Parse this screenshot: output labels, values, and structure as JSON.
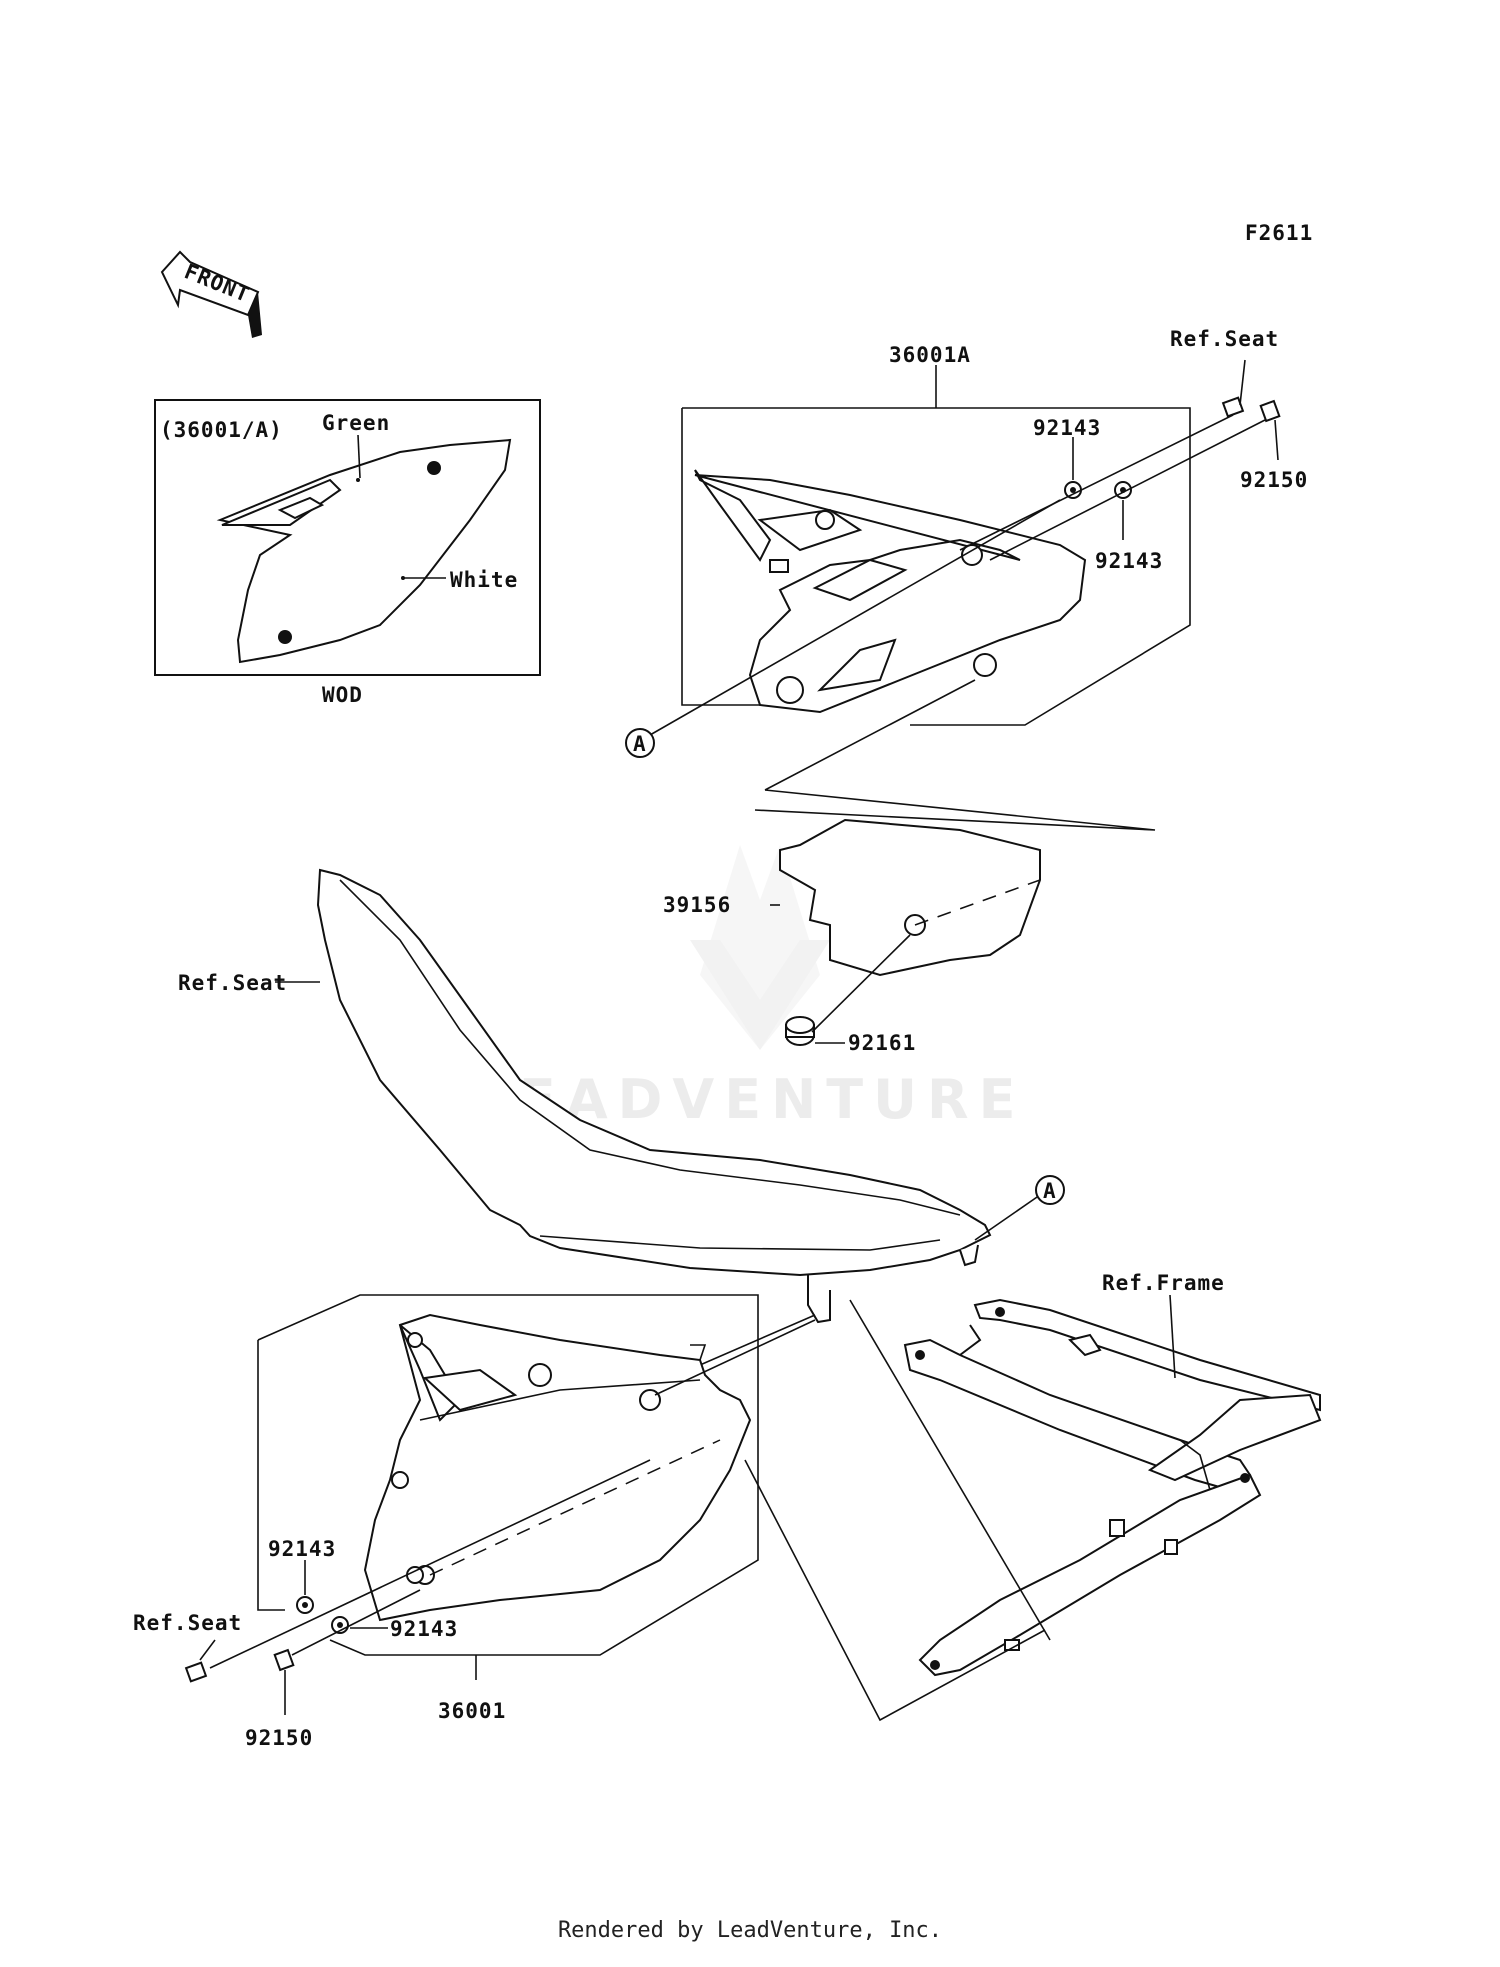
{
  "diagram_id": "F2611",
  "front_arrow": "FRONT",
  "inset": {
    "code": "(36001/A)",
    "color_top": "Green",
    "color_body": "White",
    "model": "WOD"
  },
  "labels": {
    "part_36001A": "36001A",
    "ref_seat_top": "Ref.Seat",
    "p92143_a": "92143",
    "p92143_b": "92143",
    "p92150_top": "92150",
    "marker_a_top": "A",
    "p39156": "39156",
    "p92161": "92161",
    "ref_seat_mid": "Ref.Seat",
    "marker_a_mid": "A",
    "ref_frame": "Ref.Frame",
    "p92143_c": "92143",
    "p92143_d": "92143",
    "ref_seat_bottom": "Ref.Seat",
    "p92150_bottom": "92150",
    "part_36001": "36001"
  },
  "watermark": "LEADVENTURE",
  "footer": "Rendered by LeadVenture, Inc."
}
